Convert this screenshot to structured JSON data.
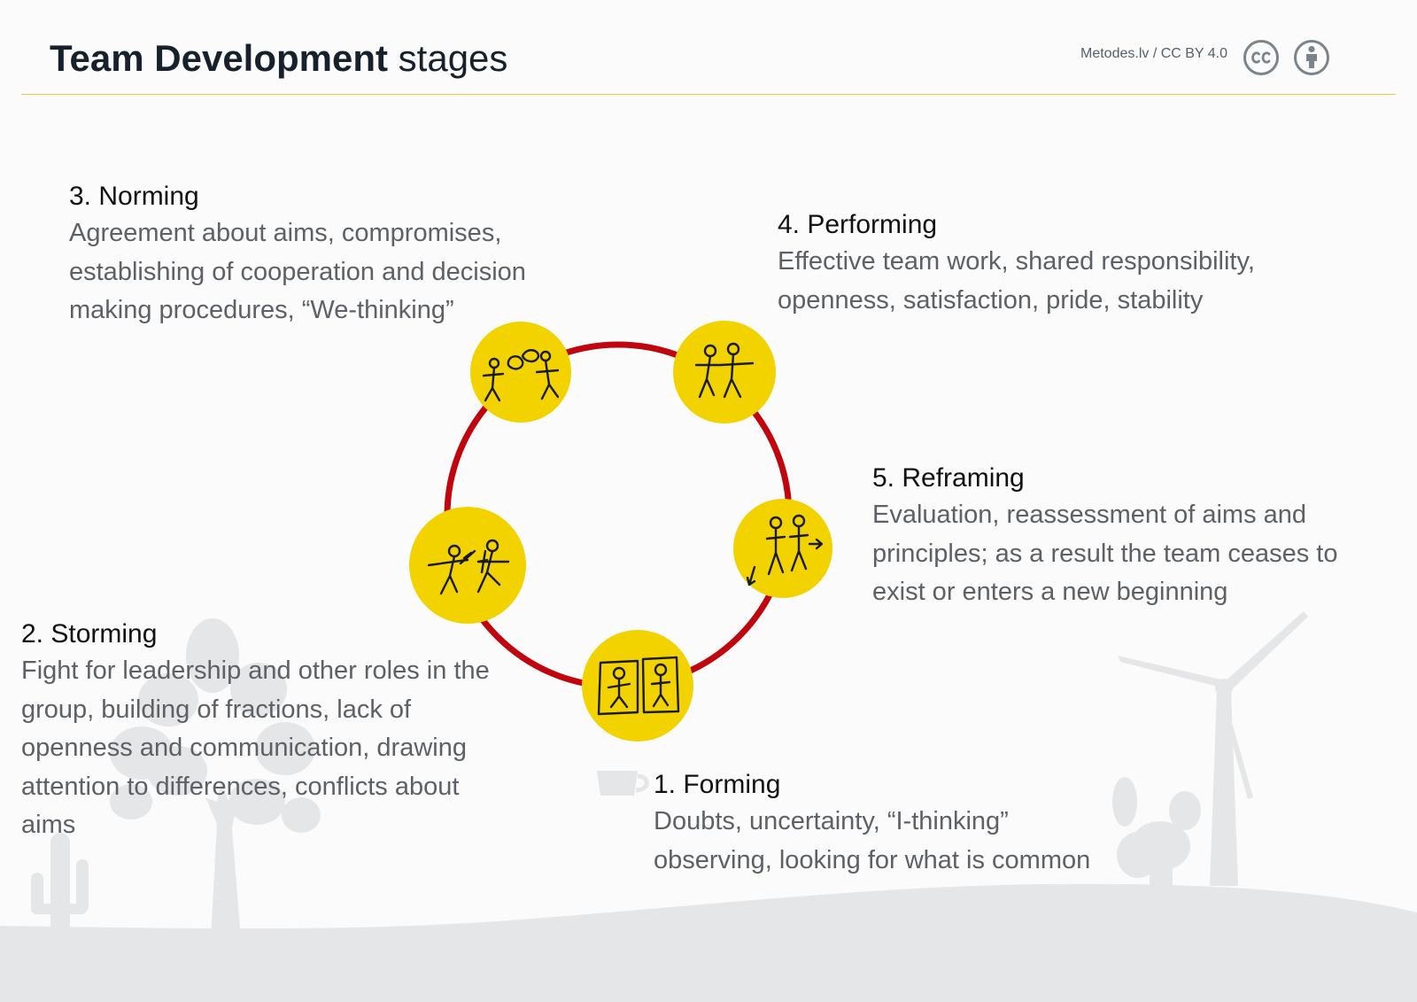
{
  "header": {
    "title_strong": "Team Development",
    "title_light": "stages",
    "attribution": "Metodes.lv / CC BY 4.0",
    "icons": [
      "cc-license-icon",
      "attribution-icon"
    ]
  },
  "colors": {
    "cycle_ring": "#c0050f",
    "stage_circle": "#f2d300",
    "header_rule": "#e7cf3a",
    "background_silhouettes": "#e5e6e8"
  },
  "stages": [
    {
      "number": "1",
      "title": "1. Forming",
      "description": "Doubts, uncertainty, “I-thinking” observing, looking for what is common",
      "icon": "two-framed-figures-icon"
    },
    {
      "number": "2",
      "title": "2. Storming",
      "description": "Fight for leadership and other roles in the group, building of fractions, lack of openness and communication, drawing attention to differences, conflicts about aims",
      "icon": "fighting-figures-icon"
    },
    {
      "number": "3",
      "title": "3. Norming",
      "description": "Agreement about aims, compromises, establishing of cooperation and decision making procedures, “We-thinking”",
      "icon": "talking-figures-icon"
    },
    {
      "number": "4",
      "title": "4. Performing",
      "description": "Effective team work, shared responsibility, openness, satisfaction, pride, stability",
      "icon": "cooperating-figures-icon"
    },
    {
      "number": "5",
      "title": "5. Reframing",
      "description": "Evaluation, reassessment of aims and principles; as a result the team ceases to exist or enters a new beginning",
      "icon": "walking-figures-icon"
    }
  ]
}
